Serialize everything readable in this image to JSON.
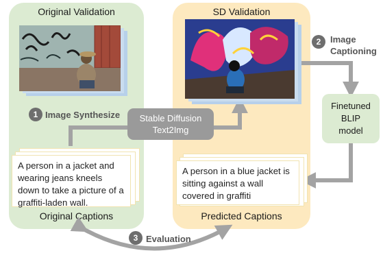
{
  "left_panel": {
    "title": "Original Validation",
    "footer": "Original Captions",
    "caption": "A person in a jacket and wearing jeans kneels down to take a picture of a graffiti-laden wall.",
    "color": "#dcebd2"
  },
  "right_panel": {
    "title": "SD Validation",
    "footer": "Predicted Captions",
    "caption": "A person in a blue jacket is sitting against a wall covered in graffiti",
    "color": "#fde9bf"
  },
  "steps": [
    {
      "number": "1",
      "label": "Image Synthesize"
    },
    {
      "number": "2",
      "label_line1": "Image",
      "label_line2": "Captioning"
    },
    {
      "number": "3",
      "label": "Evaluation"
    }
  ],
  "stable_diffusion": {
    "line1": "Stable Diffusion",
    "line2": "Text2Img"
  },
  "blip": {
    "line1": "Finetuned",
    "line2": "BLIP",
    "line3": "model"
  },
  "colors": {
    "arrow": "#a3a3a3",
    "badge": "#6e6e6e",
    "photo_stack": "#a9c6e8"
  }
}
